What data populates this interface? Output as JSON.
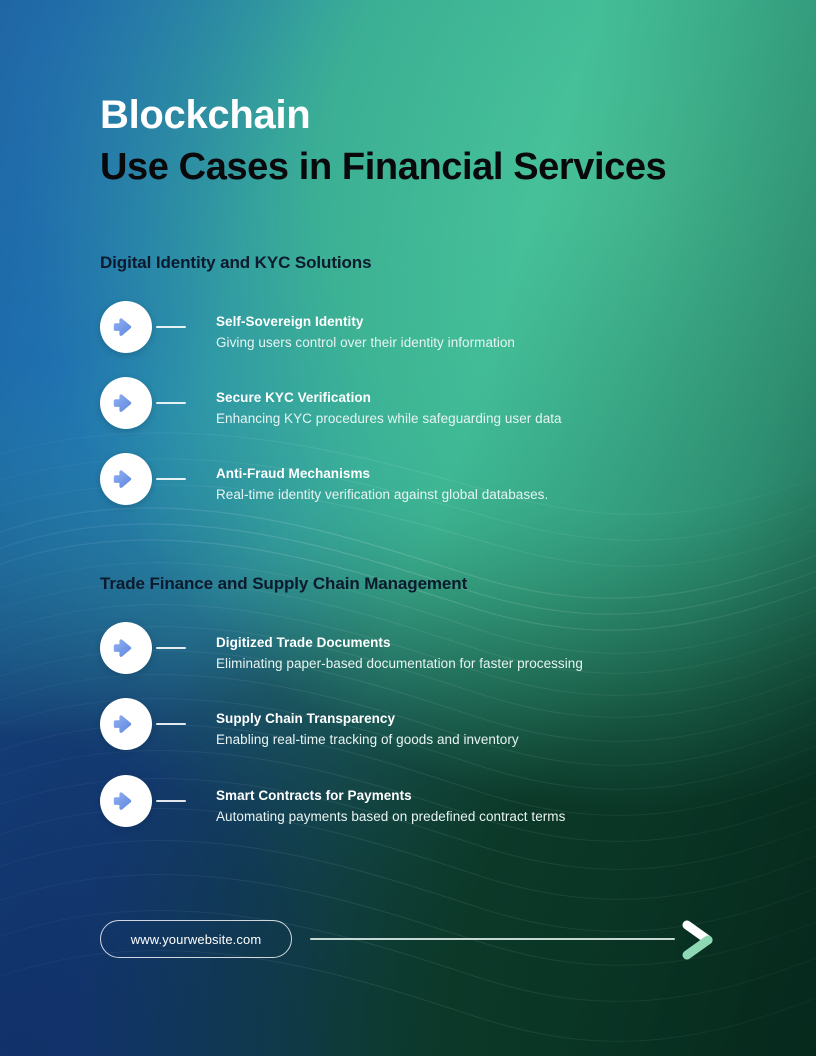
{
  "theme": {
    "bg_top_left": "#2384c2",
    "bg_top_right": "#3fb995",
    "bg_bottom_left": "#123a6b",
    "bg_bottom_right": "#0d3324",
    "title_primary_color": "#ffffff",
    "title_secondary_color": "#09090c",
    "heading_color": "#0c1a2d",
    "item_title_color": "#ffffff",
    "item_desc_color": "#e8f4f2",
    "badge_bg": "#ffffff",
    "arrow_color": "#6f93e6",
    "arrow_color_light": "#87a7ee",
    "chevron_white": "#ffffff",
    "chevron_mint": "#8fd8b4"
  },
  "header": {
    "title_line1": "Blockchain",
    "title_line2": "Use Cases in Financial Services"
  },
  "sections": [
    {
      "heading": "Digital Identity and KYC Solutions",
      "items": [
        {
          "icon": "arrow-right-icon",
          "title": "Self-Sovereign Identity",
          "desc": "Giving users control over their identity information"
        },
        {
          "icon": "arrow-right-icon",
          "title": "Secure KYC Verification",
          "desc": "Enhancing KYC procedures while safeguarding user data"
        },
        {
          "icon": "arrow-right-icon",
          "title": "Anti-Fraud Mechanisms",
          "desc": "Real-time identity verification against global databases."
        }
      ]
    },
    {
      "heading": "Trade Finance and Supply Chain Management",
      "items": [
        {
          "icon": "arrow-right-icon",
          "title": "Digitized Trade Documents",
          "desc": "Eliminating paper-based documentation for faster processing"
        },
        {
          "icon": "arrow-right-icon",
          "title": "Supply Chain Transparency",
          "desc": "Enabling real-time tracking of goods and inventory"
        },
        {
          "icon": "arrow-right-icon",
          "title": "Smart Contracts for Payments",
          "desc": "Automating payments based on predefined contract terms"
        }
      ]
    }
  ],
  "footer": {
    "website": "www.yourwebsite.com",
    "chevron_icon": "chevron-right-icon"
  }
}
